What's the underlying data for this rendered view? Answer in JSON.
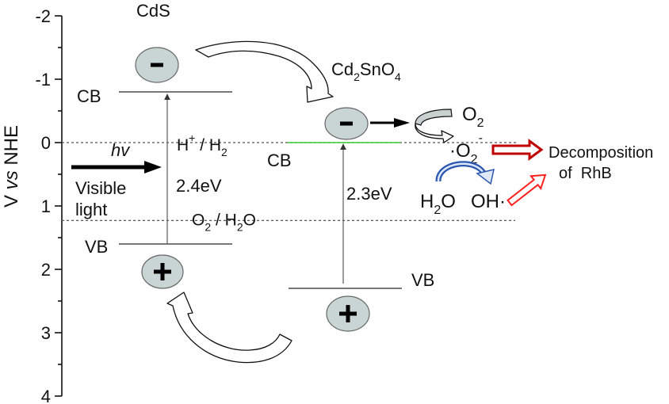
{
  "y_axis": {
    "label_parts": [
      "V ",
      "vs",
      " NHE"
    ],
    "min": -2,
    "max": 4,
    "inverted": true,
    "major_ticks": [
      -2,
      -1,
      0,
      1,
      2,
      3,
      4
    ],
    "minor_ticks": [
      -1.5,
      -0.5,
      0.5,
      1.5,
      2.5,
      3.5
    ]
  },
  "materials": [
    {
      "name_parts": [
        "CdS"
      ],
      "cb_potential": -0.8,
      "vb_potential": 1.6,
      "cb_label": "CB",
      "vb_label": "VB",
      "band_gap_label": "2.4eV"
    },
    {
      "name_parts": [
        "Cd",
        "2",
        "SnO",
        "4"
      ],
      "cb_potential": 0.0,
      "vb_potential": 2.3,
      "cb_label": "CB",
      "vb_label": "VB",
      "band_gap_label": "2.3eV"
    }
  ],
  "reference_levels": [
    {
      "potential": 0.0,
      "label_parts": [
        "H",
        "+",
        " / H",
        "2"
      ]
    },
    {
      "potential": 1.23,
      "label_parts": [
        "O",
        "2",
        " / H",
        "2",
        "O"
      ]
    }
  ],
  "illumination": {
    "symbol": "hv",
    "label_lines": [
      "Visible",
      "light"
    ]
  },
  "charge_carriers": {
    "electron_icon": "minus-sign",
    "hole_icon": "plus-sign"
  },
  "species": {
    "oxygen": [
      "O",
      "2"
    ],
    "superoxide": [
      "·",
      "O",
      "2",
      "-"
    ],
    "water": [
      "H",
      "2",
      "O"
    ],
    "hydroxyl": [
      "OH·"
    ]
  },
  "product": {
    "lines": [
      "Decomposition",
      "of  RhB"
    ]
  },
  "colors": {
    "carrier_fill": "#c9d4d4",
    "cd2sno4_cb_line": "#33cc33",
    "superoxide_arrow": "#c00000",
    "hydroxyl_arrow": "#ff2020",
    "water_oxidation_arrow": "#2a56b0",
    "band_line": "#777777"
  }
}
